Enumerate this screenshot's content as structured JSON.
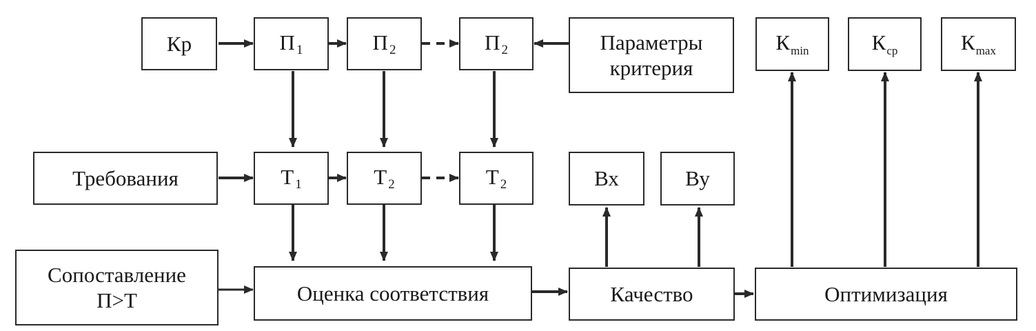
{
  "diagram": {
    "colors": {
      "stroke": "#2a2a2a",
      "box_fill": "#ffffff",
      "text": "#1a1a1a"
    },
    "row1": {
      "kr": "Кр",
      "p1": {
        "base": "П",
        "sub": "1"
      },
      "p2": {
        "base": "П",
        "sub": "2"
      },
      "p3": {
        "base": "П",
        "sub": "2"
      },
      "criteria_params": {
        "line1": "Параметры",
        "line2": "критерия"
      }
    },
    "row2": {
      "requirements": "Требования",
      "t1": {
        "base": "Т",
        "sub": "1"
      },
      "t2": {
        "base": "Т",
        "sub": "2"
      },
      "t3": {
        "base": "Т",
        "sub": "2"
      },
      "bx": "Вх",
      "by": "Ву"
    },
    "row3": {
      "comparison": {
        "line1": "Сопоставление",
        "line2": "П>Т"
      },
      "assessment": "Оценка соответствия",
      "quality": "Качество",
      "optimization": "Оптимизация"
    },
    "k_boxes": {
      "kmin": {
        "base": "К",
        "sub": "min"
      },
      "kcp": {
        "base": "К",
        "sub": "ср"
      },
      "kmax": {
        "base": "К",
        "sub": "max"
      }
    }
  }
}
